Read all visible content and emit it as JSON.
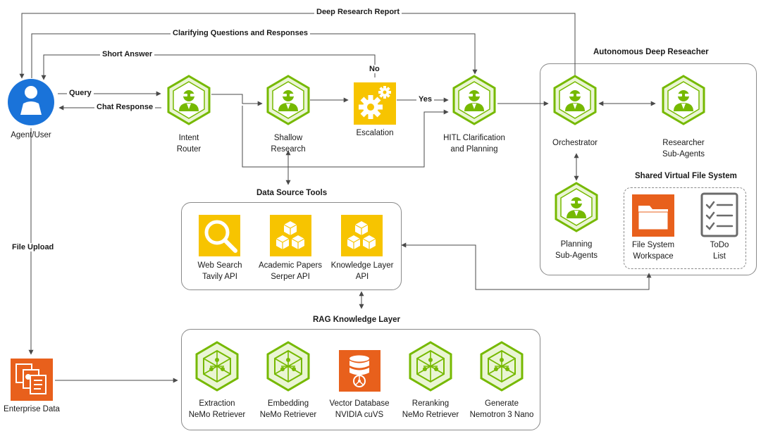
{
  "flows": {
    "deep_research_report": "Deep Research Report",
    "clarifying": "Clarifying Questions and Responses",
    "short_answer": "Short Answer",
    "no": "No",
    "query": "Query",
    "chat_response": "Chat Response",
    "yes": "Yes",
    "file_upload": "File Upload"
  },
  "nodes": {
    "agent_user": "Agent/User",
    "intent_router": [
      "Intent",
      "Router"
    ],
    "shallow_research": [
      "Shallow",
      "Research"
    ],
    "escalation": "Escalation",
    "hitl": [
      "HITL Clarification",
      "and Planning"
    ],
    "orchestrator": "Orchestrator",
    "researcher": [
      "Researcher",
      "Sub-Agents"
    ],
    "planning": [
      "Planning",
      "Sub-Agents"
    ],
    "enterprise_data": "Enterprise Data"
  },
  "sections": {
    "autonomous": "Autonomous Deep Reseacher",
    "shared_fs": "Shared Virtual File System",
    "data_source_tools": "Data Source Tools",
    "rag_layer": "RAG Knowledge Layer"
  },
  "shared_fs_items": {
    "workspace": [
      "File System",
      "Workspace"
    ],
    "todo": [
      "ToDo",
      "List"
    ]
  },
  "tools": [
    [
      "Web Search",
      "Tavily API"
    ],
    [
      "Academic Papers",
      "Serper API"
    ],
    [
      "Knowledge Layer",
      "API"
    ]
  ],
  "rag": [
    [
      "Extraction",
      "NeMo Retriever"
    ],
    [
      "Embedding",
      "NeMo Retriever"
    ],
    [
      "Vector Database",
      "NVIDIA cuVS"
    ],
    [
      "Reranking",
      "NeMo Retriever"
    ],
    [
      "Generate",
      "Nemotron 3 Nano"
    ]
  ],
  "colors": {
    "nvidia_green": "#76b900",
    "yellow": "#f7c400",
    "orange": "#e8601c",
    "blue": "#1a73d9",
    "line": "#4a4a4a"
  },
  "icons": {
    "user": "user-avatar-icon",
    "agent": "agent-hexagon-icon",
    "gear": "gear-icon",
    "search": "magnifier-icon",
    "cubes": "cubes-icon",
    "network": "network-hexagon-icon",
    "database": "database-icon",
    "folder": "folder-icon",
    "checklist": "checklist-icon",
    "documents": "documents-icon"
  }
}
